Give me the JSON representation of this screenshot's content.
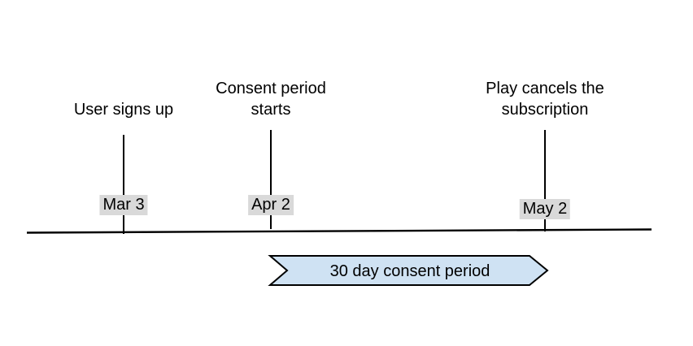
{
  "diagram": {
    "type": "timeline",
    "events": [
      {
        "label": "User signs up",
        "date": "Mar 3"
      },
      {
        "label": "Consent period starts",
        "date": "Apr 2"
      },
      {
        "label": "Play cancels the subscription",
        "date": "May 2"
      }
    ],
    "banner": {
      "label": "30 day consent period"
    },
    "colors": {
      "banner_fill": "#cfe2f3",
      "banner_stroke": "#000000",
      "badge_bg": "#d9d9d9",
      "line_color": "#000000",
      "text_color": "#000000",
      "background": "#ffffff"
    }
  }
}
